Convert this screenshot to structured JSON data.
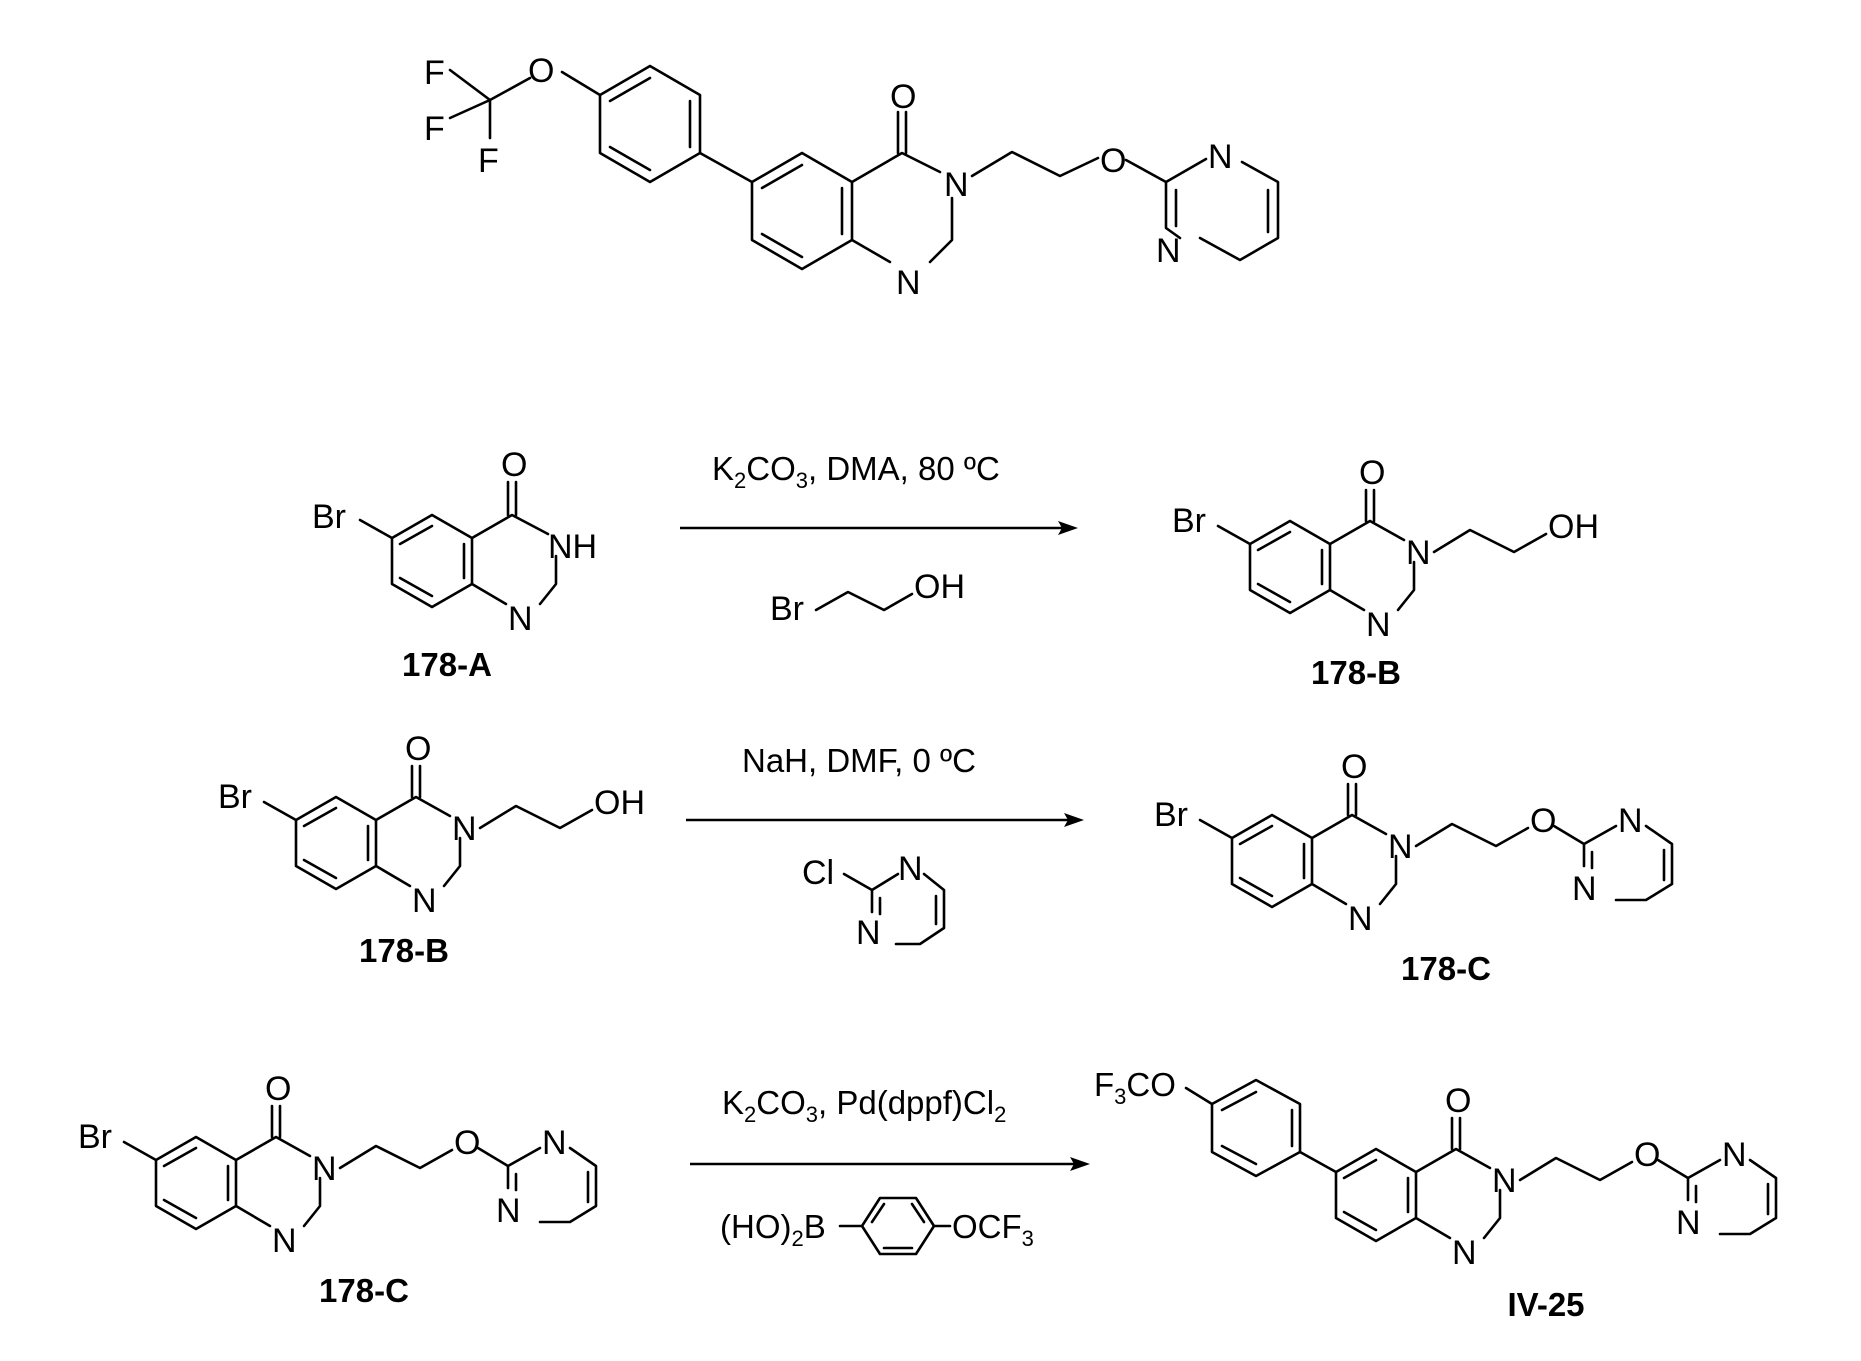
{
  "atoms": {
    "o": "O",
    "n": "N",
    "nh": "NH",
    "f": "F",
    "br": "Br",
    "oh": "OH",
    "cl": "Cl",
    "b": "B"
  },
  "reagents": {
    "step1": {
      "above": "K2CO3, DMA, 80 ºC",
      "below_reagent": "Br–CH2CH2–OH"
    },
    "step2": {
      "above": "NaH, DMF, 0 ºC",
      "below_reagent": "2-chloropyrimidine"
    },
    "step3": {
      "above": "K2CO3, Pd(dppf)Cl2",
      "below_reagent": "(HO)2B–C6H4–OCF3"
    }
  },
  "text_pieces": {
    "k": "K",
    "two": "2",
    "co": "CO",
    "three": "3",
    "dma": ", DMA, 80 ºC",
    "nah": "NaH, DMF, 0 ºC",
    "pd": ", Pd(dppf)Cl",
    "ho_open": "(HO)",
    "ocf": "OCF",
    "f3": "F",
    "co_sub": "CO"
  },
  "compounds": {
    "a": "178-A",
    "b1": "178-B",
    "b2": "178-B",
    "c1": "178-C",
    "c2": "178-C",
    "product": "IV-25"
  }
}
